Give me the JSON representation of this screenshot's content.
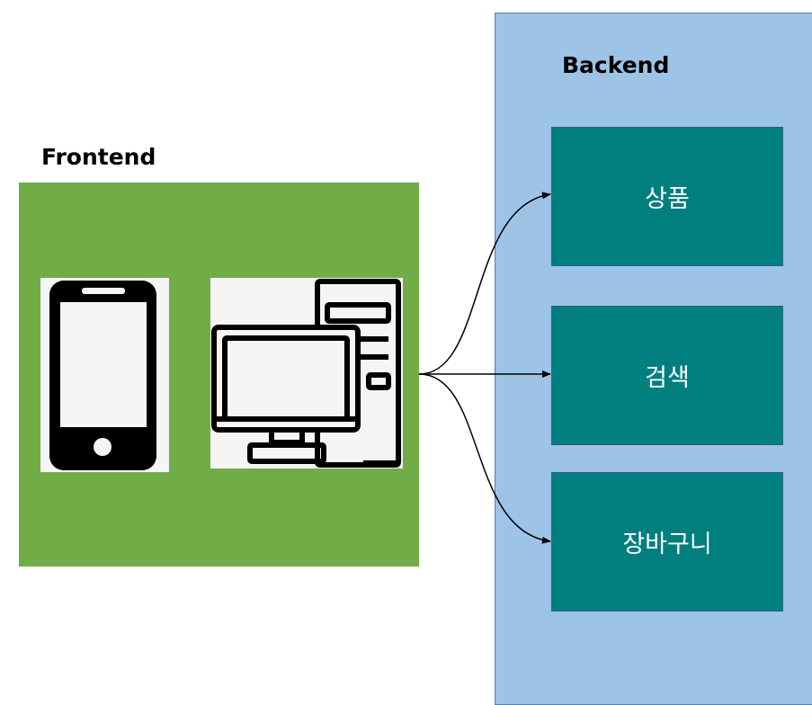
{
  "frontend": {
    "label": "Frontend",
    "color": "#70ad47",
    "devices": [
      "phone-icon",
      "desktop-computer-icon"
    ]
  },
  "backend": {
    "label": "Backend",
    "color": "#9dc3e6",
    "services": [
      {
        "label": "상품",
        "color": "#007f7f"
      },
      {
        "label": "검색",
        "color": "#007f7f"
      },
      {
        "label": "장바구니",
        "color": "#007f7f"
      }
    ]
  }
}
